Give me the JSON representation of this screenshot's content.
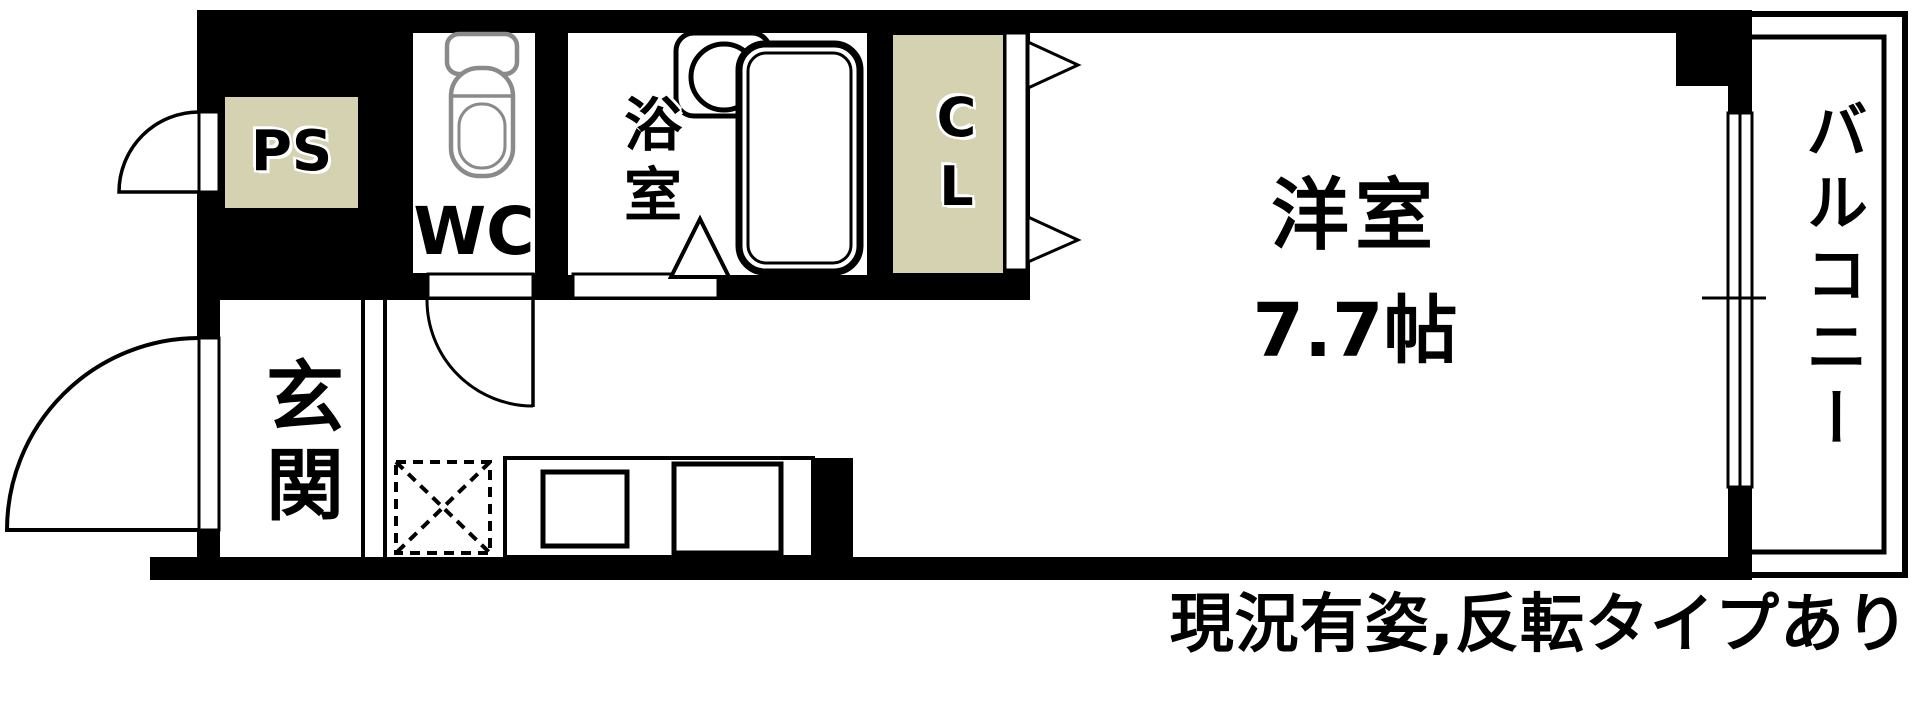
{
  "plan": {
    "title": "apartment-floor-plan",
    "rooms": {
      "western_room": {
        "name": "洋室",
        "size": "7.7帖"
      },
      "entrance": {
        "name": "玄関"
      },
      "bathroom": {
        "name": "浴室"
      },
      "toilet": {
        "name": "WC"
      },
      "closet": {
        "name": "CL"
      },
      "pipe_space": {
        "name": "PS"
      },
      "balcony": {
        "name": "バルコニー"
      }
    },
    "caption": "現況有姿,反転タイプあり",
    "colors": {
      "wall": "#000000",
      "background": "#ffffff",
      "service_highlight": "#d5d2b2",
      "toilet_outline": "#8a8a8a"
    }
  }
}
